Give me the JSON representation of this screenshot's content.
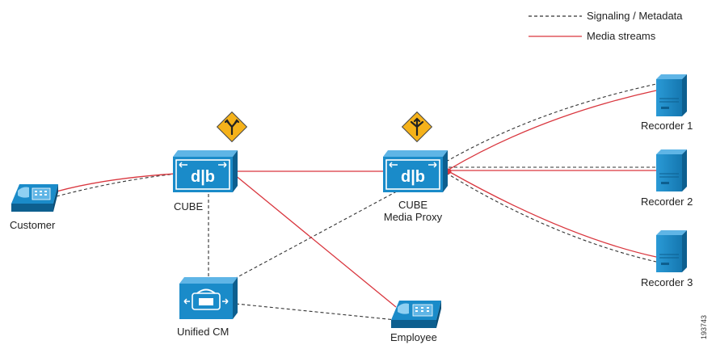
{
  "legend": {
    "signaling": "Signaling / Metadata",
    "media": "Media streams"
  },
  "nodes": {
    "customer": "Customer",
    "cube": "CUBE",
    "cube_media_proxy": [
      "CUBE",
      "Media Proxy"
    ],
    "unified_cm": "Unified CM",
    "employee": "Employee",
    "recorder1": "Recorder 1",
    "recorder2": "Recorder 2",
    "recorder3": "Recorder 3"
  },
  "figure_id": "193743",
  "colors": {
    "media_line": "#d9363e",
    "signaling_line": "#333333",
    "device_blue": "#1a8bc9",
    "device_dark": "#0d5f8f",
    "sign_yellow": "#f5b21a"
  },
  "icons": {
    "cube": "router-switch-icon",
    "cube_media_proxy": "router-switch-icon",
    "unified_cm": "call-manager-icon",
    "customer": "ip-phone-icon",
    "employee": "ip-phone-icon",
    "recorders": "server-icon",
    "cube_sign": "fork-road-sign-icon",
    "proxy_sign": "multi-fork-road-sign-icon"
  }
}
